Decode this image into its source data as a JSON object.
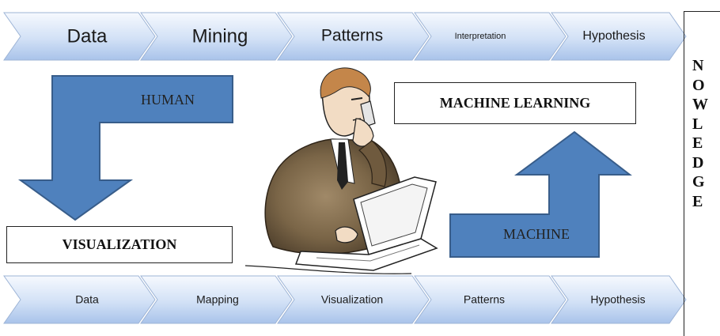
{
  "top_flow": [
    "Data",
    "Mining",
    "Patterns",
    "Interpretation",
    "Hypothesis"
  ],
  "bottom_flow": [
    "Data",
    "Mapping",
    "Visualization",
    "Patterns",
    "Hypothesis"
  ],
  "human_arrow_label": "HUMAN",
  "machine_arrow_label": "MACHINE",
  "machine_learning_box": "MACHINE LEARNING",
  "visualization_box": "VISUALIZATION",
  "knowledge_letters": [
    "N",
    "O",
    "W",
    "L",
    "E",
    "D",
    "G",
    "E"
  ],
  "colors": {
    "chevron_light": "#f3f7fd",
    "chevron_dark": "#a9c3ea",
    "chevron_border": "#9db4d6",
    "arrow_fill": "#4f81bd",
    "arrow_border": "#385d8a"
  },
  "illustration": "businessman-at-laptop-on-phone"
}
